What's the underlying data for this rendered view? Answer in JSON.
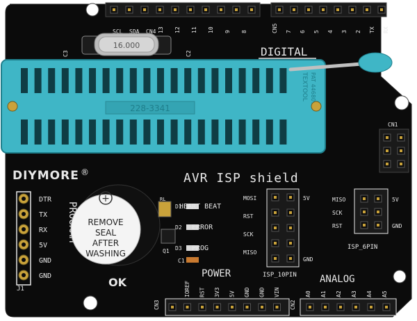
{
  "colors": {
    "board": "#0b0b0b",
    "silkscreen": "#e8e8e8",
    "socket": "#3fb6c6",
    "header": "#1a1a1a",
    "pin_gold": "#c9a23a",
    "buzzer_label": "#f4f4f4",
    "buzzer_body": "#101010"
  },
  "board": {
    "brand": "DIYMORE",
    "registered_mark": "®",
    "title": "AVR ISP shield"
  },
  "top_header": {
    "labels_left": [
      "SCL",
      "SDA",
      "CN4",
      "13",
      "12",
      "11",
      "10",
      "9",
      "8"
    ],
    "labels_right": [
      "CN5",
      "7",
      "6",
      "5",
      "4",
      "3",
      "2",
      "TX",
      "RX"
    ],
    "section_label": "DIGITAL"
  },
  "crystal": {
    "marking": "16.000",
    "cap_left": "C3",
    "cap_right": "C2"
  },
  "zif_socket": {
    "center_marking": "228-3341",
    "side_marking": "TEXTOOL",
    "side_marking_2": "PAT 4468072"
  },
  "program_header": {
    "group_label": "PROGRAM",
    "pins": [
      "DTR",
      "TX",
      "RX",
      "5V",
      "GND",
      "GND"
    ],
    "ref": "J1"
  },
  "buzzer": {
    "label_lines": [
      "REMOVE",
      "SEAL",
      "AFTER",
      "WASHING"
    ],
    "plus_symbol": "+",
    "ok_label": "OK"
  },
  "leds": {
    "labels": [
      "HEART BEAT",
      "ERROR",
      "PROG"
    ],
    "refs": [
      "D1",
      "D2",
      "D3"
    ],
    "resistor_ref": "RL",
    "transistor_ref": "Q1",
    "cap_ref": "C1"
  },
  "isp_10pin": {
    "labels_left": [
      "MOSI",
      "RST",
      "SCK",
      "MISO"
    ],
    "labels_right": [
      "5V",
      "GND"
    ],
    "name": "ISP_10PIN"
  },
  "isp_6pin": {
    "labels_left": [
      "MISO",
      "SCK",
      "RST"
    ],
    "labels_right": [
      "5V",
      "GND"
    ],
    "name": "ISP_6PIN"
  },
  "cn1": {
    "ref": "CN1"
  },
  "bottom_power": {
    "section_label": "POWER",
    "ref": "CN3",
    "pins": [
      "IOREF",
      "RST",
      "3V3",
      "5V",
      "GND",
      "GND",
      "VIN"
    ]
  },
  "bottom_analog": {
    "section_label": "ANALOG",
    "ref": "CN2",
    "pins": [
      "A0",
      "A1",
      "A2",
      "A3",
      "A4",
      "A5"
    ]
  }
}
